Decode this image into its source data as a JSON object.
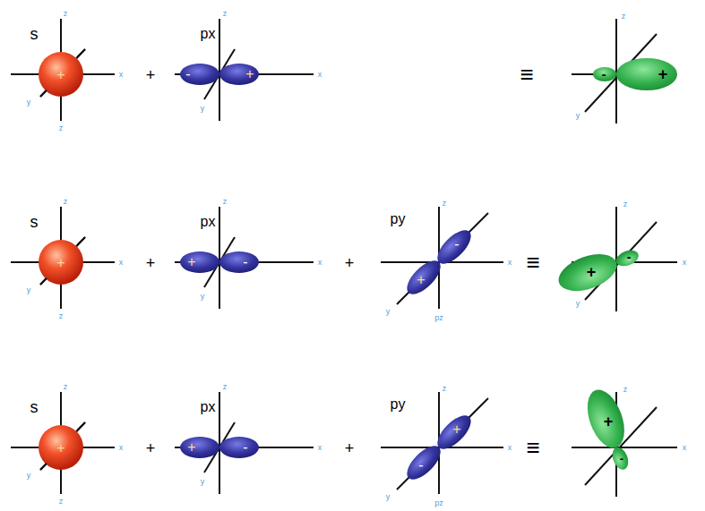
{
  "diagram": {
    "labels": [
      "s",
      "z",
      "x",
      "y",
      "z",
      "+",
      "+",
      "px",
      "z",
      "x",
      "y",
      "-",
      "+",
      "≡",
      "z",
      "y",
      "-",
      "+",
      "s",
      "z",
      "x",
      "y",
      "z",
      "+",
      "+",
      "px",
      "z",
      "x",
      "y",
      "+",
      "-",
      "+",
      "py",
      "z",
      "x",
      "y",
      "pz",
      "-",
      "+",
      "≡",
      "z",
      "x",
      "y",
      "+",
      "-",
      "s",
      "z",
      "x",
      "y",
      "z",
      "+",
      "+",
      "px",
      "z",
      "x",
      "y",
      "+",
      "-",
      "+",
      "py",
      "z",
      "x",
      "y",
      "pz",
      "+",
      "-",
      "≡",
      "z",
      "x",
      "+",
      "-"
    ]
  }
}
